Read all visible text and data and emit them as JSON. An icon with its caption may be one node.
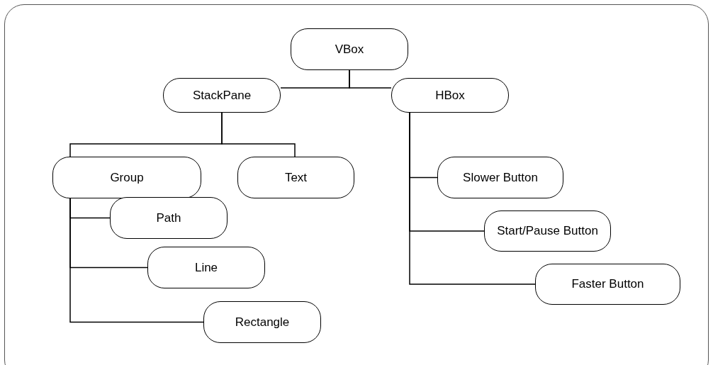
{
  "diagram": {
    "nodes": [
      {
        "text": [
          "VBox"
        ]
      },
      {
        "text": [
          "StackPane"
        ]
      },
      {
        "text": [
          "HBox"
        ]
      },
      {
        "text": [
          "Group"
        ]
      },
      {
        "text": [
          "Text"
        ]
      },
      {
        "text": [
          "Slower Button"
        ]
      },
      {
        "text": [
          "Path"
        ]
      },
      {
        "text": [
          "Start/Pause Button"
        ]
      },
      {
        "text": [
          "Line"
        ]
      },
      {
        "text": [
          "Faster Button"
        ]
      },
      {
        "text": [
          "Rectangle"
        ]
      }
    ],
    "edges": [
      {
        "from": 0,
        "to": 1,
        "arrow": "none"
      },
      {
        "from": 0,
        "to": 2,
        "arrow": "none"
      },
      {
        "from": 1,
        "to": 3,
        "arrow": "none"
      },
      {
        "from": 1,
        "to": 4,
        "arrow": "none"
      },
      {
        "from": 3,
        "to": 6,
        "arrow": "none"
      },
      {
        "from": 3,
        "to": 8,
        "arrow": "none"
      },
      {
        "from": 3,
        "to": 10,
        "arrow": "none"
      },
      {
        "from": 2,
        "to": 5,
        "arrow": "none"
      },
      {
        "from": 2,
        "to": 7,
        "arrow": "none"
      },
      {
        "from": 2,
        "to": 9,
        "arrow": "none"
      }
    ]
  }
}
